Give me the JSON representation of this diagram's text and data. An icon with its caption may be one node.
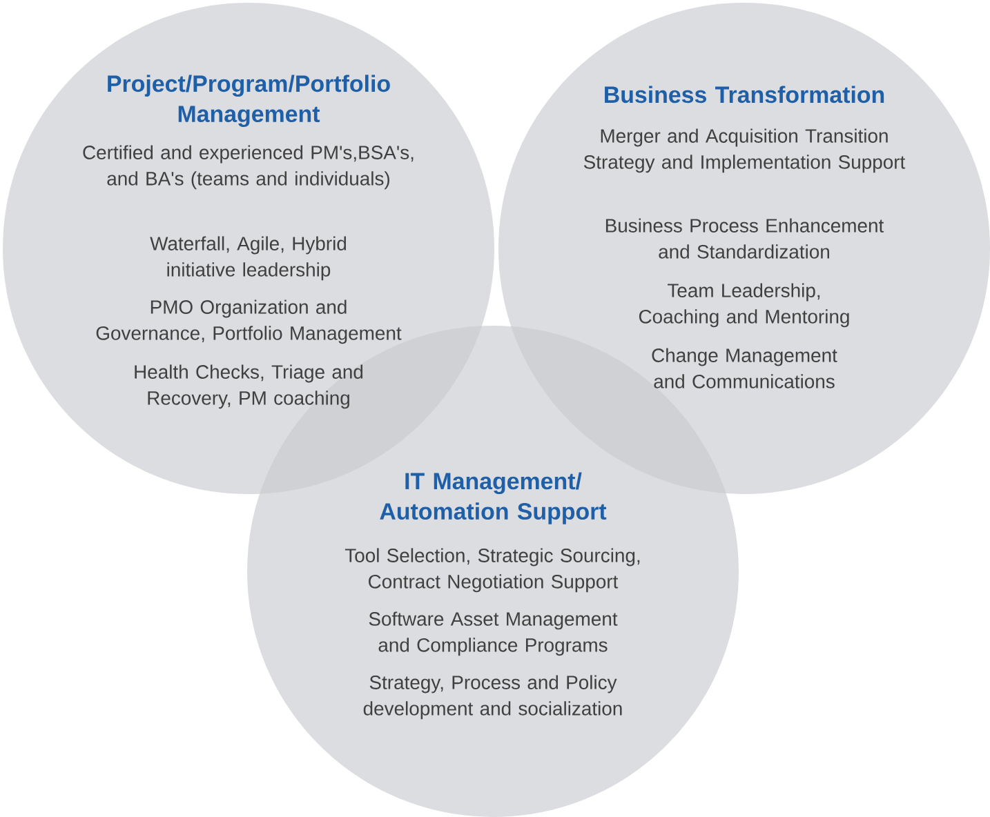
{
  "diagram": {
    "nodes": [
      {
        "text": [
          "Project/Program/Portfolio Management",
          "Certified and experienced PM's,BSA's, and BA's (teams and individuals)",
          "Waterfall, Agile, Hybrid initiative leadership",
          "PMO Organization and Governance, Portfolio Management",
          "Health Checks, Triage and Recovery, PM coaching"
        ]
      },
      {
        "text": [
          "Business Transformation",
          "Merger and Acquisition Transition Strategy and Implementation Support",
          "Business Process Enhancement and Standardization",
          "Team Leadership, Coaching and Mentoring",
          "Change Management and Communications"
        ]
      },
      {
        "text": [
          "IT Management/ Automation Support",
          "Tool Selection, Strategic Sourcing, Contract Negotiation Support",
          "Software Asset Management and Compliance Programs",
          "Strategy, Process and Policy development and socialization"
        ]
      }
    ]
  }
}
